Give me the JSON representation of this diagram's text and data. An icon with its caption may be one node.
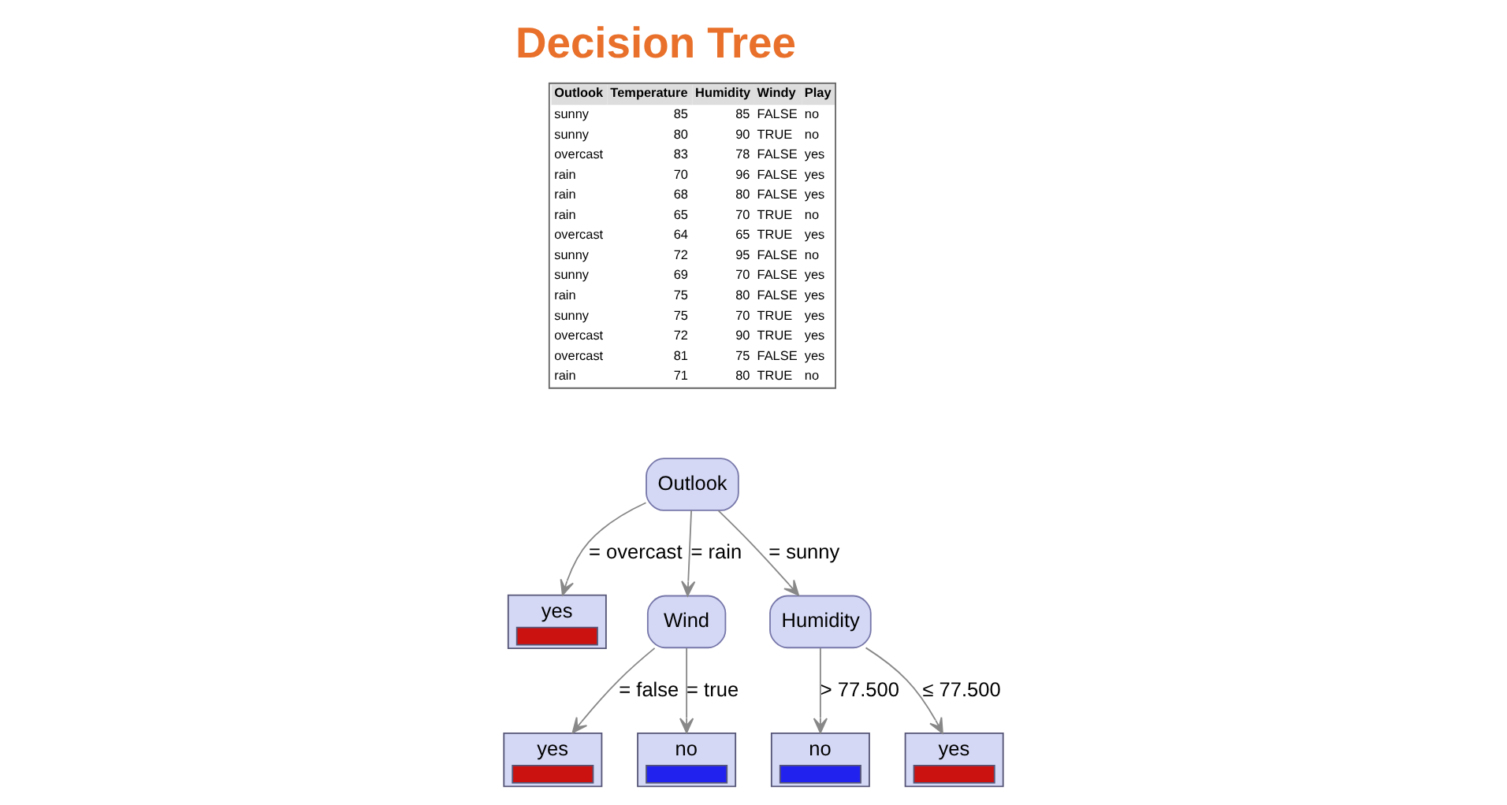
{
  "diagram": {
    "title": "Decision Tree",
    "nodes": [
      {
        "text": [
          "Outlook"
        ]
      },
      {
        "text": [
          "yes"
        ]
      },
      {
        "text": [
          "Wind"
        ]
      },
      {
        "text": [
          "Humidity"
        ]
      },
      {
        "text": [
          "yes"
        ]
      },
      {
        "text": [
          "no"
        ]
      },
      {
        "text": [
          "no"
        ]
      },
      {
        "text": [
          "yes"
        ]
      }
    ],
    "edges": [
      {
        "from": 0,
        "to": 1,
        "arrow": "to",
        "label": "= overcast"
      },
      {
        "from": 0,
        "to": 2,
        "arrow": "to",
        "label": "= rain"
      },
      {
        "from": 0,
        "to": 3,
        "arrow": "to",
        "label": "= sunny"
      },
      {
        "from": 2,
        "to": 4,
        "arrow": "to",
        "label": "= false"
      },
      {
        "from": 2,
        "to": 5,
        "arrow": "to",
        "label": "= true"
      },
      {
        "from": 3,
        "to": 6,
        "arrow": "to",
        "label": "> 77.500"
      },
      {
        "from": 3,
        "to": 7,
        "arrow": "to",
        "label": "≤ 77.500"
      }
    ],
    "labels": [
      "Outlook",
      "Temperature",
      "Humidity",
      "Windy",
      "Play",
      "sunny",
      "85",
      "85",
      "FALSE",
      "no",
      "sunny",
      "80",
      "90",
      "TRUE",
      "no",
      "overcast",
      "83",
      "78",
      "FALSE",
      "yes",
      "rain",
      "70",
      "96",
      "FALSE",
      "yes",
      "rain",
      "68",
      "80",
      "FALSE",
      "yes",
      "rain",
      "65",
      "70",
      "TRUE",
      "no",
      "overcast",
      "64",
      "65",
      "TRUE",
      "yes",
      "sunny",
      "72",
      "95",
      "FALSE",
      "no",
      "sunny",
      "69",
      "70",
      "FALSE",
      "yes",
      "rain",
      "75",
      "80",
      "FALSE",
      "yes",
      "sunny",
      "75",
      "70",
      "TRUE",
      "yes",
      "overcast",
      "72",
      "90",
      "TRUE",
      "yes",
      "overcast",
      "81",
      "75",
      "FALSE",
      "yes",
      "rain",
      "71",
      "80",
      "TRUE",
      "no"
    ]
  }
}
